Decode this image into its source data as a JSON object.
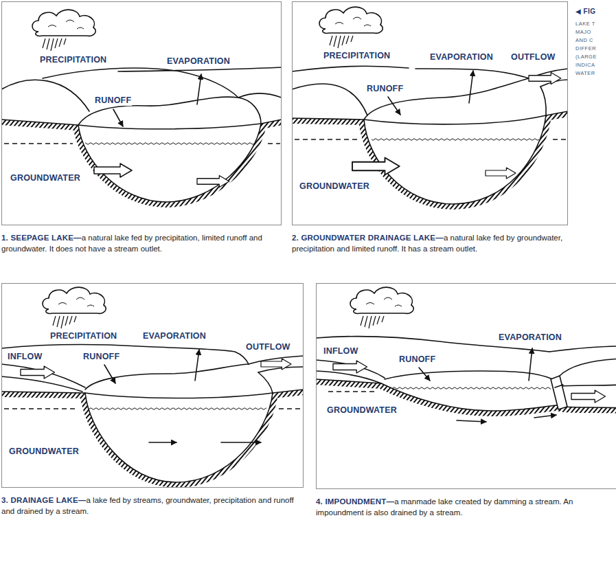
{
  "diagram": {
    "nodes": [
      {
        "text": [
          "1. SEEPAGE LAKE—",
          "a natural lake fed by precipitation, limited runoff and groundwater. It does not have a stream outlet."
        ]
      },
      {
        "text": [
          "2. GROUNDWATER DRAINAGE LAKE—",
          "a natural lake fed by groundwater, precipitation and limited runoff. It has a stream outlet."
        ]
      },
      {
        "text": [
          "3. DRAINAGE LAKE—",
          "a lake fed by streams, groundwater, precipitation and runoff and drained by a stream."
        ]
      },
      {
        "text": [
          "4. IMPOUNDMENT—",
          "a manmade lake created by damming a stream. An impoundment is also drained by a stream."
        ]
      }
    ],
    "labels": [
      "PRECIPITATION",
      "EVAPORATION",
      "RUNOFF",
      "GROUNDWATER",
      "PRECIPITATION",
      "EVAPORATION",
      "RUNOFF",
      "OUTFLOW",
      "GROUNDWATER",
      "PRECIPITATION",
      "EVAPORATION",
      "INFLOW",
      "RUNOFF",
      "OUTFLOW",
      "GROUNDWATER",
      "EVAPORATION",
      "INFLOW",
      "RUNOFF",
      "GROUNDWATER",
      "◀ FIG",
      "LAKE T",
      "MAJO",
      "AND C",
      "DIFFER",
      "(LARGE",
      "INDICA",
      "WATER"
    ]
  }
}
